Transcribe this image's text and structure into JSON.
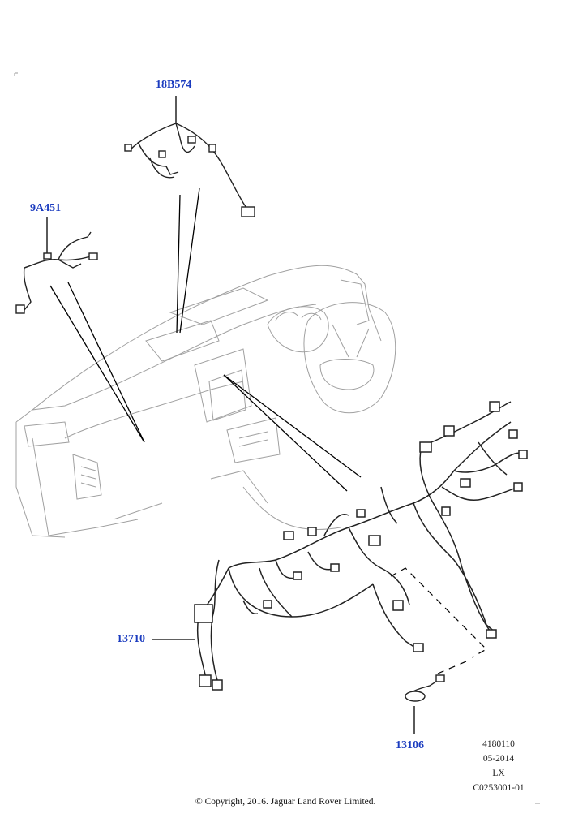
{
  "callouts": {
    "p18b574": "18B574",
    "p9a451": "9A451",
    "p13710": "13710",
    "p13106": "13106"
  },
  "meta": {
    "line1": "4180110",
    "line2": "05-2014",
    "line3": "LX",
    "line4": "C0253001-01"
  },
  "copyright": "© Copyright, 2016. Jaguar Land Rover Limited.",
  "colors": {
    "callout": "#1a3bbf",
    "outline": "#9a9a9a",
    "harness": "#222222"
  }
}
